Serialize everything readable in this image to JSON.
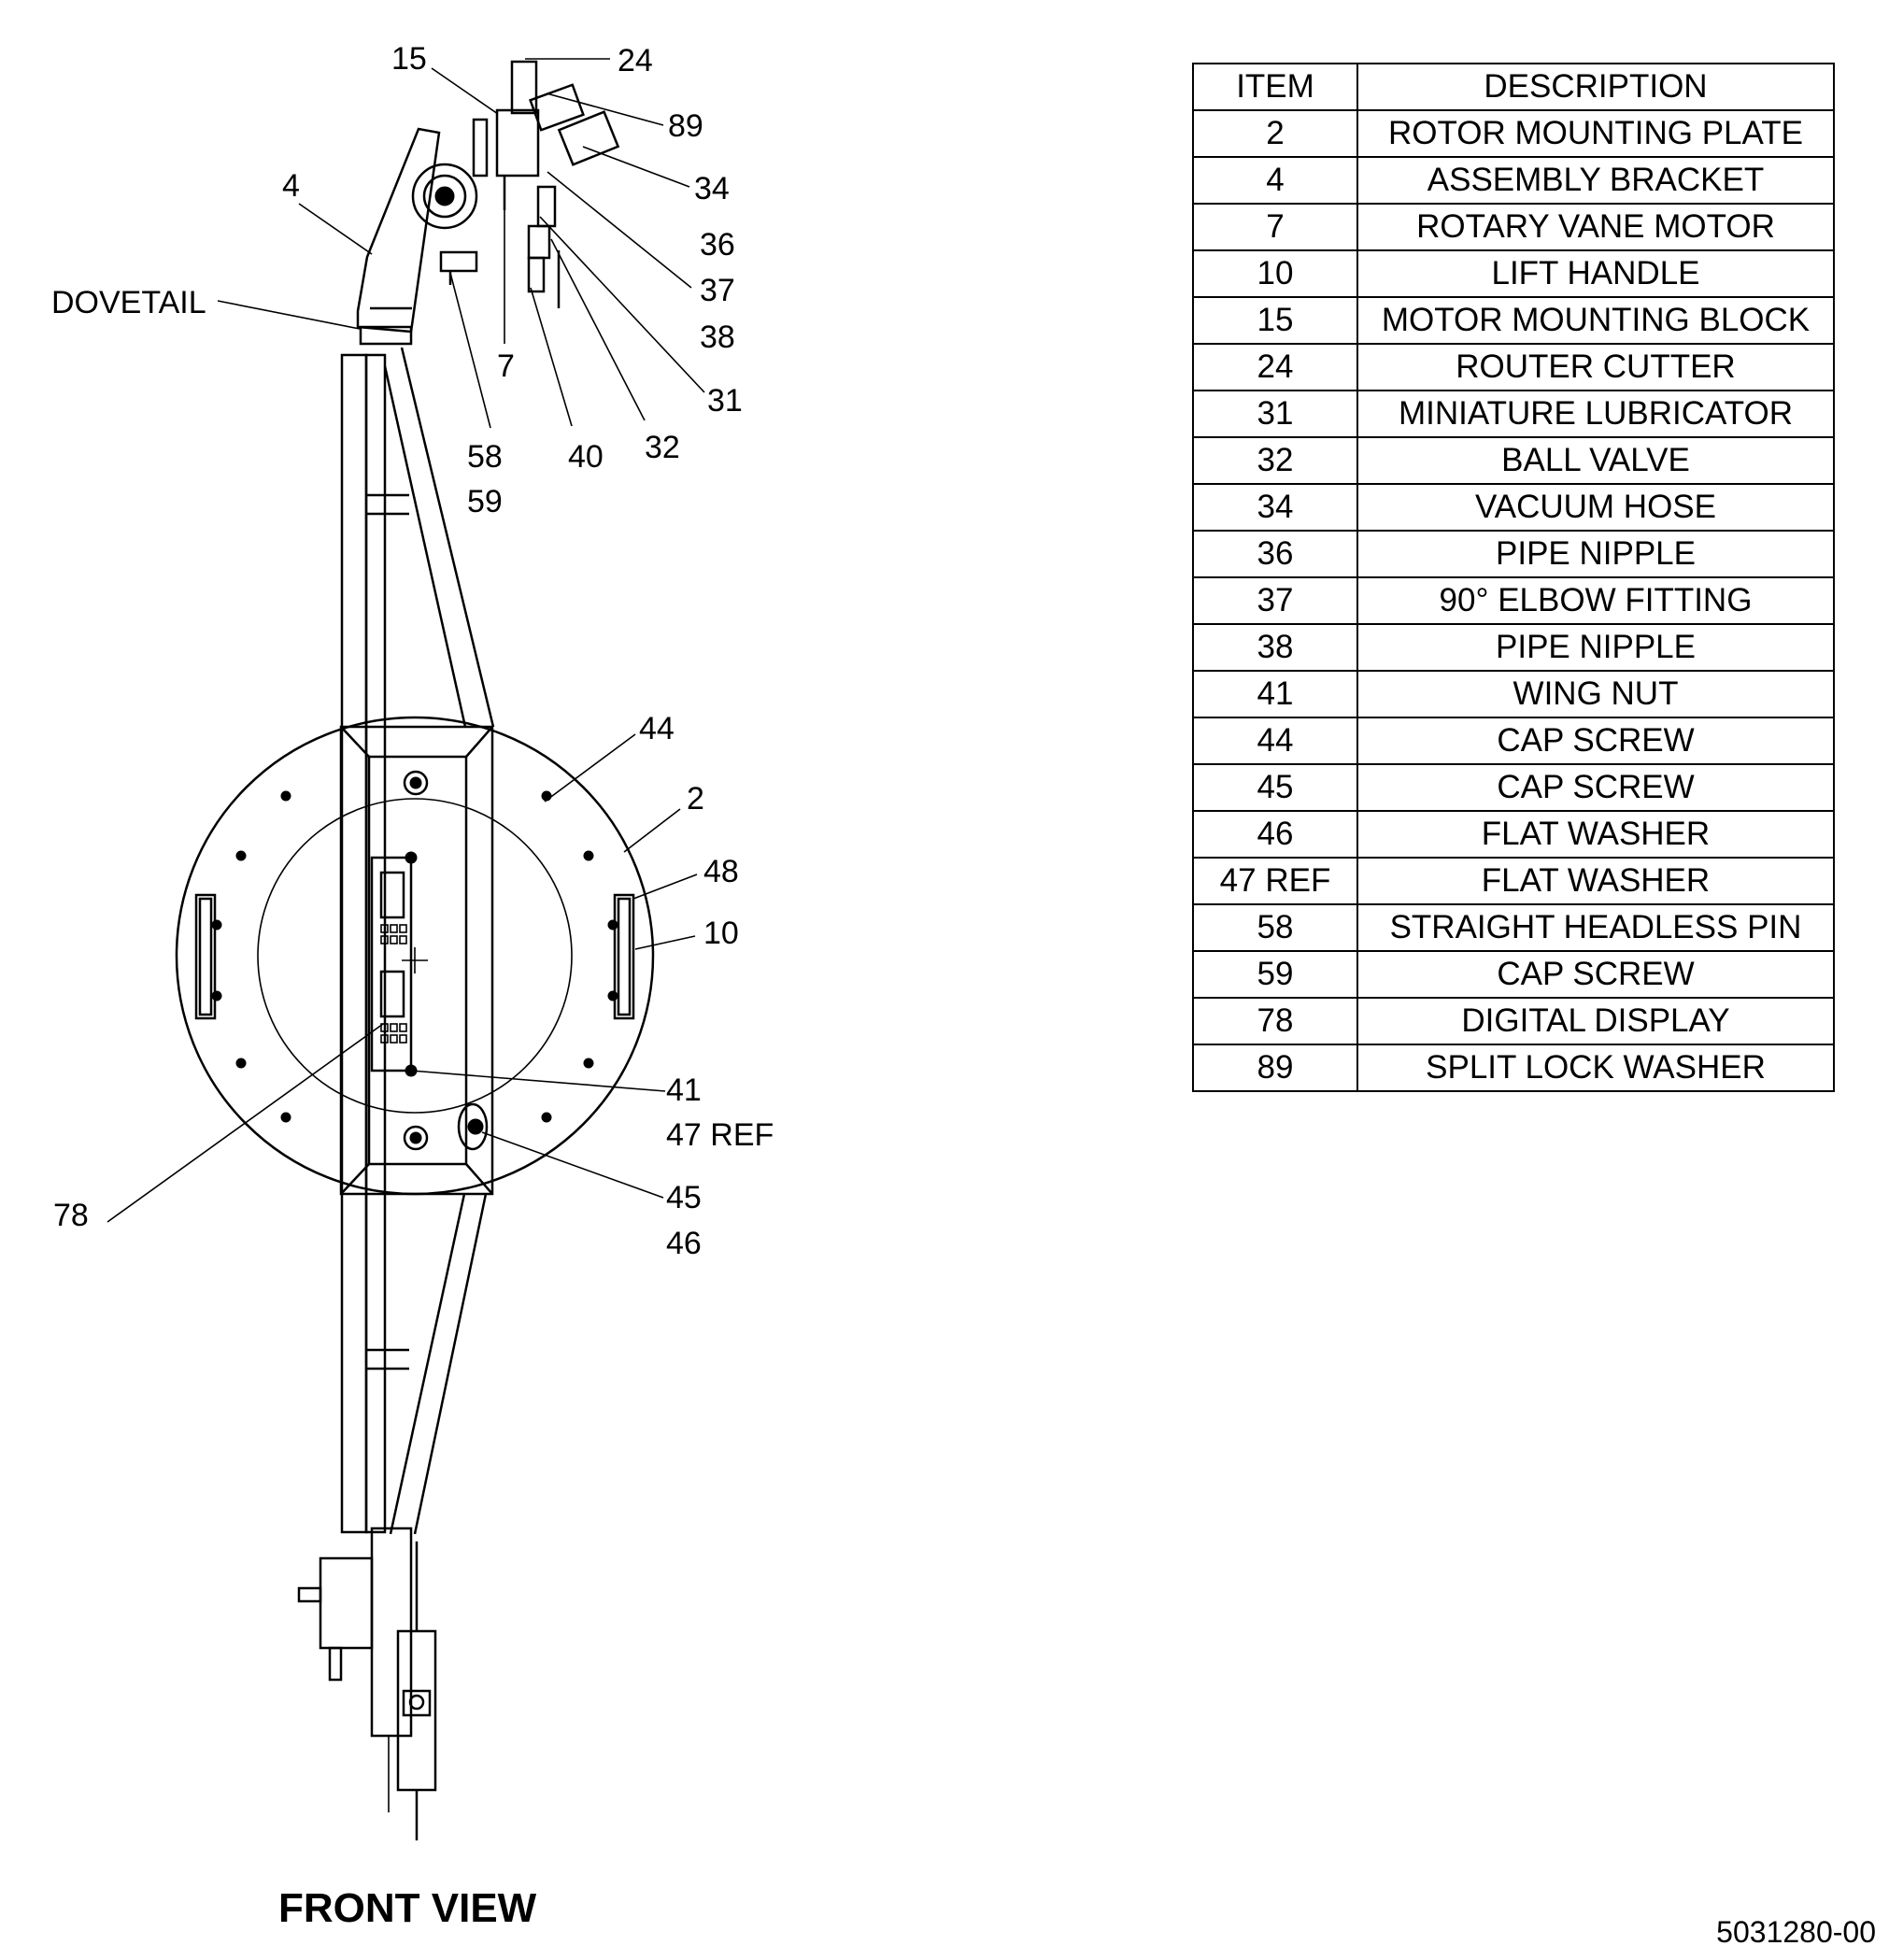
{
  "table": {
    "headers": [
      "ITEM",
      "DESCRIPTION"
    ],
    "rows": [
      {
        "item": "2",
        "description": "ROTOR MOUNTING PLATE"
      },
      {
        "item": "4",
        "description": "ASSEMBLY BRACKET"
      },
      {
        "item": "7",
        "description": "ROTARY VANE MOTOR"
      },
      {
        "item": "10",
        "description": "LIFT HANDLE"
      },
      {
        "item": "15",
        "description": "MOTOR MOUNTING BLOCK"
      },
      {
        "item": "24",
        "description": "ROUTER CUTTER"
      },
      {
        "item": "31",
        "description": "MINIATURE LUBRICATOR"
      },
      {
        "item": "32",
        "description": "BALL VALVE"
      },
      {
        "item": "34",
        "description": "VACUUM HOSE"
      },
      {
        "item": "36",
        "description": "PIPE NIPPLE"
      },
      {
        "item": "37",
        "description": "90° ELBOW FITTING"
      },
      {
        "item": "38",
        "description": "PIPE NIPPLE"
      },
      {
        "item": "41",
        "description": "WING NUT"
      },
      {
        "item": "44",
        "description": "CAP SCREW"
      },
      {
        "item": "45",
        "description": "CAP SCREW"
      },
      {
        "item": "46",
        "description": "FLAT WASHER"
      },
      {
        "item": "47 REF",
        "description": "FLAT WASHER"
      },
      {
        "item": "58",
        "description": "STRAIGHT HEADLESS PIN"
      },
      {
        "item": "59",
        "description": "CAP SCREW"
      },
      {
        "item": "78",
        "description": "DIGITAL DISPLAY"
      },
      {
        "item": "89",
        "description": "SPLIT LOCK WASHER"
      }
    ]
  },
  "callouts": {
    "c15": "15",
    "c24": "24",
    "c89": "89",
    "c34": "34",
    "c36": "36",
    "c37": "37",
    "c38": "38",
    "c4": "4",
    "dovetail": "DOVETAIL",
    "c7": "7",
    "c31": "31",
    "c58": "58",
    "c59": "59",
    "c40": "40",
    "c32": "32",
    "c44": "44",
    "c2": "2",
    "c48": "48",
    "c10": "10",
    "c41": "41",
    "c47": "47 REF",
    "c45": "45",
    "c46": "46",
    "c78": "78"
  },
  "view_title": "FRONT VIEW",
  "document_number": "5031280-00"
}
